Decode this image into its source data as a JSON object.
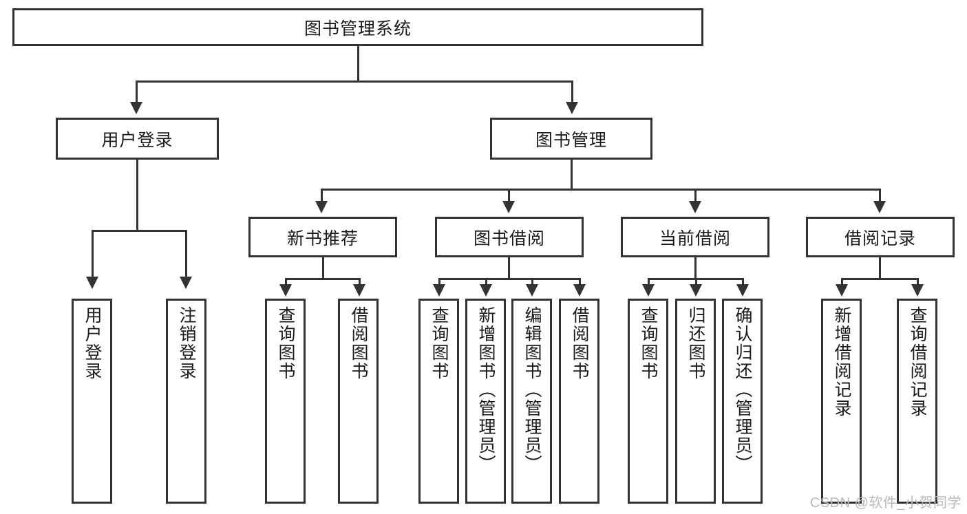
{
  "diagram": {
    "title": "图书管理系统",
    "watermark": "CSDN @软件_小贺同学",
    "root": {
      "label": "图书管理系统"
    },
    "level2": [
      {
        "label": "用户登录"
      },
      {
        "label": "图书管理"
      }
    ],
    "level3": [
      {
        "label": "新书推荐"
      },
      {
        "label": "图书借阅"
      },
      {
        "label": "当前借阅"
      },
      {
        "label": "借阅记录"
      }
    ],
    "leaves": [
      {
        "label": "用户登录"
      },
      {
        "label": "注销登录"
      },
      {
        "label": "查询图书"
      },
      {
        "label": "借阅图书"
      },
      {
        "label": "查询图书"
      },
      {
        "label": "新增图书（管理员）"
      },
      {
        "label": "编辑图书（管理员）"
      },
      {
        "label": "借阅图书"
      },
      {
        "label": "查询图书"
      },
      {
        "label": "归还图书"
      },
      {
        "label": "确认归还（管理员）"
      },
      {
        "label": "新增借阅记录"
      },
      {
        "label": "查询借阅记录"
      }
    ],
    "colors": {
      "stroke": "#333333",
      "fill": "#ffffff",
      "text": "#1a1a1a",
      "watermark": "#b9b9b9"
    }
  }
}
